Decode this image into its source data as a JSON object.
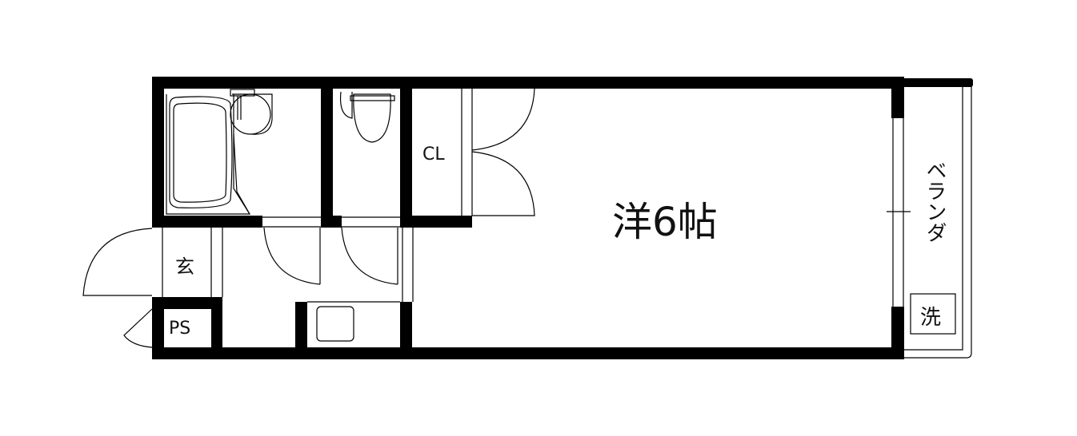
{
  "floorplan": {
    "main_room": "洋6帖",
    "closet": "CL",
    "entrance": "玄",
    "pipe_space": "PS",
    "balcony": "ベランダ",
    "washer": "洗"
  },
  "colors": {
    "wall": "#000000",
    "line": "#000000",
    "background": "#ffffff"
  }
}
